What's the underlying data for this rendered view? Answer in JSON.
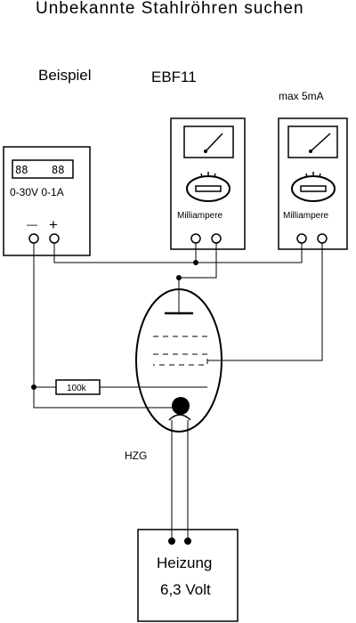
{
  "title": "Unbekannte Stahlröhren suchen",
  "example": {
    "label": "Beispiel",
    "tube": "EBF11"
  },
  "note": "max 5mA",
  "supply": {
    "display_left": "88",
    "display_right": "88",
    "rating": "0-30V  0-1A",
    "minus": "—",
    "plus": "+"
  },
  "meter1": {
    "label": "Milliampere"
  },
  "meter2": {
    "label": "Milliampere"
  },
  "resistor": {
    "label": "100k"
  },
  "heater_label": "HZG",
  "heater_box": {
    "line1": "Heizung",
    "line2": "6,3 Volt"
  }
}
